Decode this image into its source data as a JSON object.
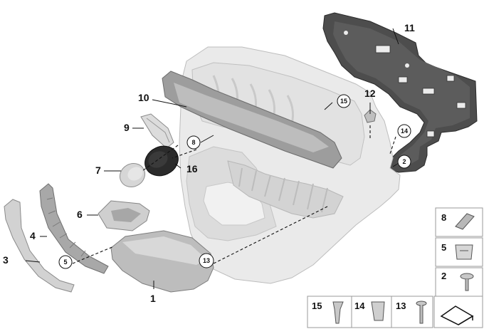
{
  "labels": {
    "n1": "1",
    "n2": "2",
    "n3": "3",
    "n4": "4",
    "n5": "5",
    "n6": "6",
    "n7": "7",
    "n8": "8",
    "n9": "9",
    "n10": "10",
    "n11": "11",
    "n12": "12",
    "n13": "13",
    "n14": "14",
    "n15": "15",
    "n16": "16"
  },
  "inventory": {
    "i8": "8",
    "i5": "5",
    "i2": "2",
    "i15": "15",
    "i14": "14",
    "i13": "13"
  },
  "colors": {
    "panel": "#e9e9e9",
    "panel_shadow": "#cfcfcf",
    "trim_dark": "#8c8c8c",
    "insulation": "#4a4a4a",
    "speaker": "#2a2a2a"
  }
}
